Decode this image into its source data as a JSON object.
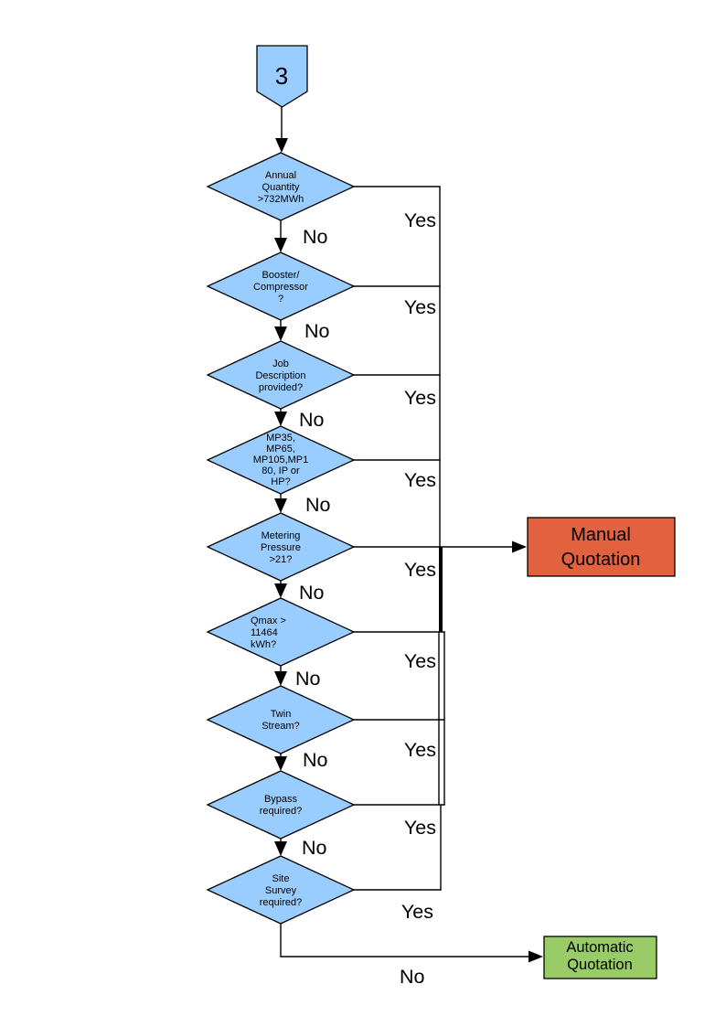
{
  "page": {
    "background": "#FFFFFF"
  },
  "colors": {
    "node_fill": "#99CCFF",
    "edge": "#000000",
    "manual_fill": "#E2613E",
    "automatic_fill": "#99CC66",
    "text": "#000000"
  },
  "connector": {
    "label": "3"
  },
  "labels": {
    "yes": "Yes",
    "no": "No"
  },
  "decisions": [
    {
      "id": "annual-quantity",
      "question": "Annual Quantity >732MWh",
      "lines": [
        "Annual",
        "Quantity",
        ">732MWh"
      ],
      "yes": "Manual Quotation",
      "no": "Booster/Compressor ?"
    },
    {
      "id": "booster-compressor",
      "question": "Booster/Compressor ?",
      "lines": [
        "Booster/",
        "Compressor",
        "?"
      ],
      "yes": "Manual Quotation",
      "no": "Job Description provided?"
    },
    {
      "id": "job-description",
      "question": "Job Description provided?",
      "lines": [
        "Job",
        "Description",
        "provided?"
      ],
      "yes": "Manual Quotation",
      "no": "MP35, MP65, MP105,MP180, IP or HP?"
    },
    {
      "id": "pressure-tier",
      "question": "MP35, MP65, MP105,MP180, IP or HP?",
      "lines": [
        "MP35,",
        "MP65,",
        "MP105,MP1",
        "80, IP or",
        "HP?"
      ],
      "yes": "Manual Quotation",
      "no": "Metering Pressure >21?"
    },
    {
      "id": "metering-pressure",
      "question": "Metering Pressure >21?",
      "lines": [
        "Metering",
        "Pressure",
        ">21?"
      ],
      "yes": "Manual Quotation",
      "no": "Qmax > 11464 kWh?"
    },
    {
      "id": "qmax",
      "question": "Qmax > 11464 kWh?",
      "lines": [
        "Qmax >",
        "11464",
        "kWh?"
      ],
      "yes": "Manual Quotation",
      "no": "Twin Stream?"
    },
    {
      "id": "twin-stream",
      "question": "Twin Stream?",
      "lines": [
        "Twin",
        "Stream?"
      ],
      "yes": "Manual Quotation",
      "no": "Bypass required?"
    },
    {
      "id": "bypass",
      "question": "Bypass required?",
      "lines": [
        "Bypass",
        "required?"
      ],
      "yes": "Manual Quotation",
      "no": "Site Survey required?"
    },
    {
      "id": "site-survey",
      "question": "Site Survey required?",
      "lines": [
        "Site",
        "Survey",
        "required?"
      ],
      "yes": "Manual Quotation",
      "no": "Automatic Quotation"
    }
  ],
  "outcomes": {
    "manual": {
      "label": "Manual Quotation",
      "lines": [
        "Manual",
        "Quotation"
      ]
    },
    "automatic": {
      "label": "Automatic Quotation",
      "lines": [
        "Automatic",
        "Quotation"
      ]
    }
  }
}
